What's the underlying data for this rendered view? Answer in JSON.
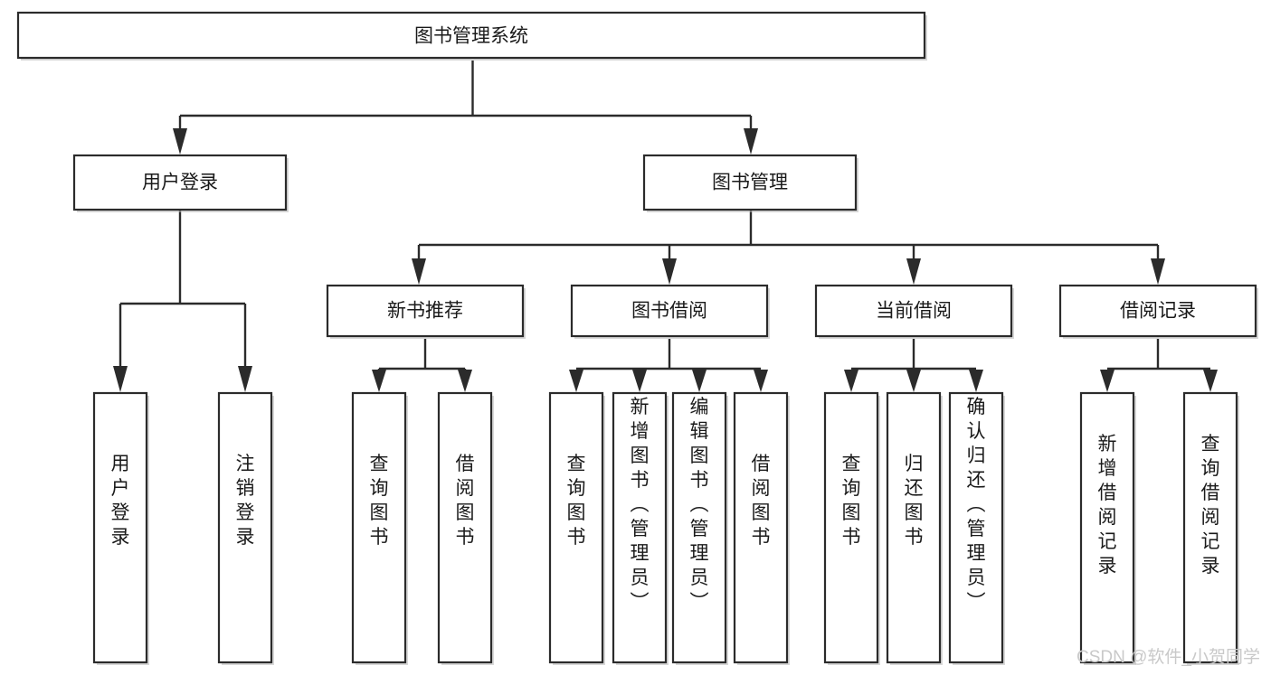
{
  "diagram": {
    "title": "图书管理系统",
    "type": "tree-hierarchy-chart",
    "watermark": "CSDN @软件_小贺同学",
    "colors": {
      "stroke": "#2b2b2b",
      "fill": "#ffffff",
      "text": "#1a1a1a",
      "watermark": "#c9c9c9",
      "shadow": "#b8b8b8"
    },
    "root": {
      "label": "图书管理系统",
      "orientation": "horizontal"
    },
    "level2": [
      {
        "label": "用户登录",
        "orientation": "horizontal"
      },
      {
        "label": "图书管理",
        "orientation": "horizontal"
      }
    ],
    "level3": [
      {
        "label": "新书推荐",
        "orientation": "horizontal"
      },
      {
        "label": "图书借阅",
        "orientation": "horizontal"
      },
      {
        "label": "当前借阅",
        "orientation": "horizontal"
      },
      {
        "label": "借阅记录",
        "orientation": "horizontal"
      }
    ],
    "leaves": {
      "user_login": [
        {
          "label": "用户登录",
          "orientation": "vertical"
        },
        {
          "label": "注销登录",
          "orientation": "vertical"
        }
      ],
      "new_book_recommend": [
        {
          "label": "查询图书",
          "orientation": "vertical"
        },
        {
          "label": "借阅图书",
          "orientation": "vertical"
        }
      ],
      "book_borrow": [
        {
          "label": "查询图书",
          "orientation": "vertical"
        },
        {
          "label": "新增图书（管理员）",
          "orientation": "vertical"
        },
        {
          "label": "编辑图书（管理员）",
          "orientation": "vertical"
        },
        {
          "label": "借阅图书",
          "orientation": "vertical"
        }
      ],
      "current_borrow": [
        {
          "label": "查询图书",
          "orientation": "vertical"
        },
        {
          "label": "归还图书",
          "orientation": "vertical"
        },
        {
          "label": "确认归还（管理员）",
          "orientation": "vertical"
        }
      ],
      "borrow_record": [
        {
          "label": "新增借阅记录",
          "orientation": "vertical"
        },
        {
          "label": "查询借阅记录",
          "orientation": "vertical"
        }
      ]
    }
  }
}
